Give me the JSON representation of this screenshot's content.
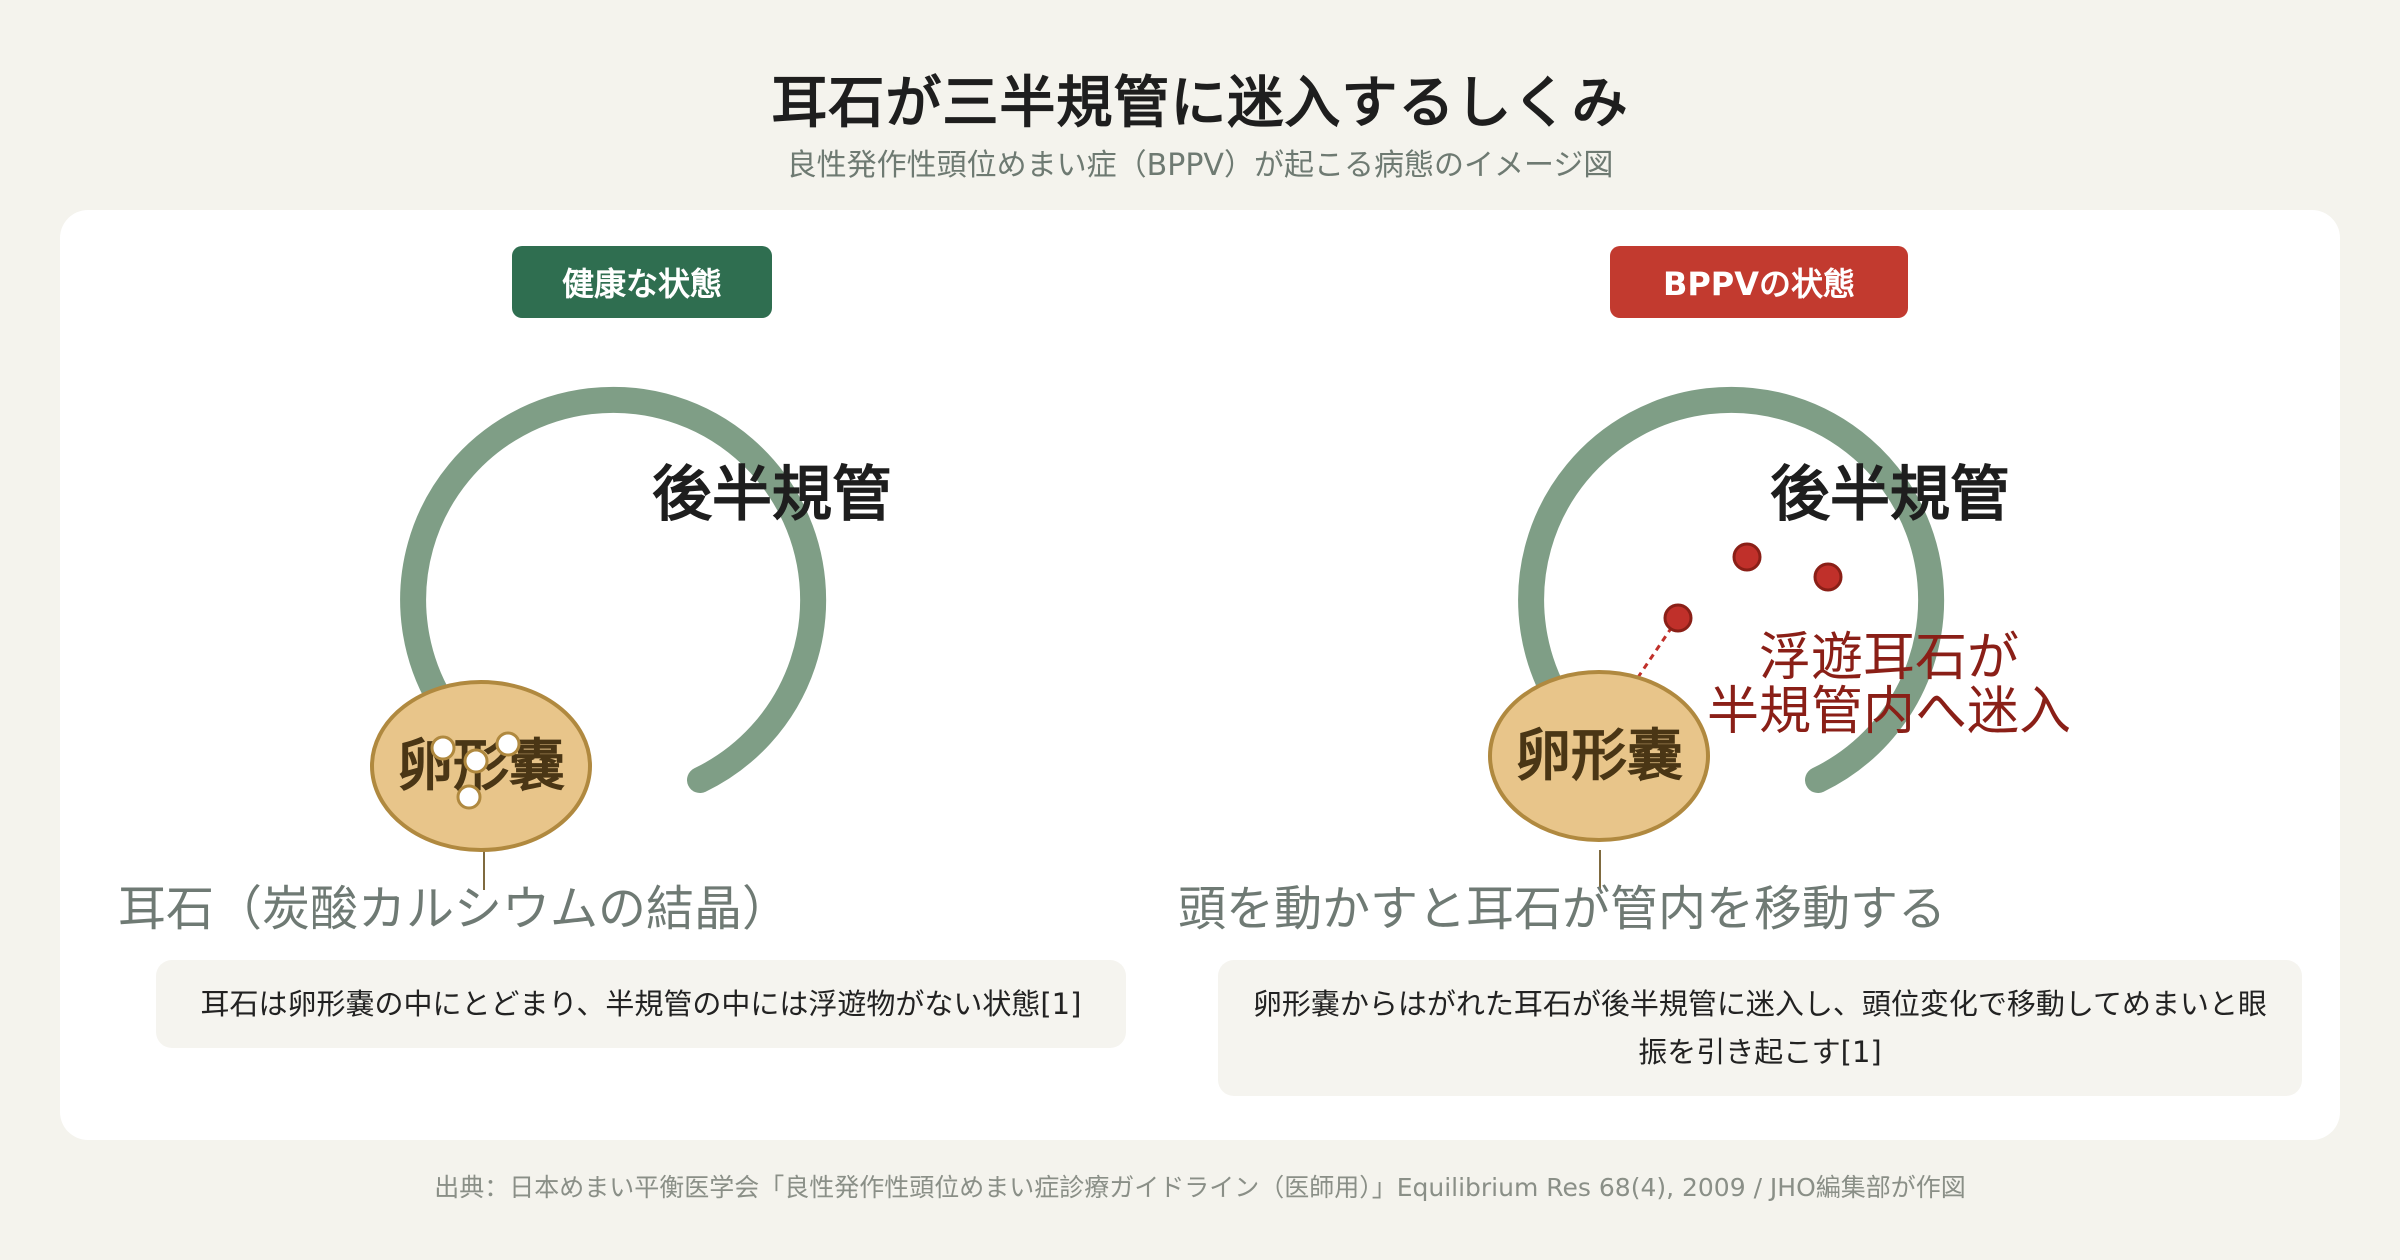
{
  "header": {
    "title": "耳石が三半規管に迷入するしくみ",
    "subtitle": "良性発作性頭位めまい症（BPPV）が起こる病態のイメージ図"
  },
  "panels": [
    {
      "badge": "健康な状態",
      "canal_label": "後半規管",
      "utricle_label": "卵形嚢",
      "caption": "耳石（炭酸カルシウムの結晶）",
      "note": "耳石は卵形嚢の中にとどまり、半規管の中には浮遊物がない状態[1]"
    },
    {
      "badge": "BPPVの状態",
      "canal_label": "後半規管",
      "utricle_label": "卵形嚢",
      "floating_line1": "浮遊耳石が",
      "floating_line2": "半規管内へ迷入",
      "caption": "頭を動かすと耳石が管内を移動する",
      "note": "卵形嚢からはがれた耳石が後半規管に迷入し、頭位変化で移動してめまいと眼振を引き起こす[1]"
    }
  ],
  "source": "出典：日本めまい平衡医学会「良性発作性頭位めまい症診療ガイドライン（医師用）」Equilibrium Res 68(4), 2009 / JHO編集部が作図",
  "colors": {
    "background": "#f4f3ed",
    "canal": "#7f9e86",
    "utricle_fill": "#e8c58a",
    "utricle_stroke": "#b0893f",
    "otolith_healthy": "#ffffff",
    "otolith_bppv": "#c0302a",
    "healthy_badge": "#2f6e50",
    "bppv_badge": "#c23a2f",
    "annotation_red": "#8a1f17",
    "caption_gray": "#6f7a74"
  }
}
